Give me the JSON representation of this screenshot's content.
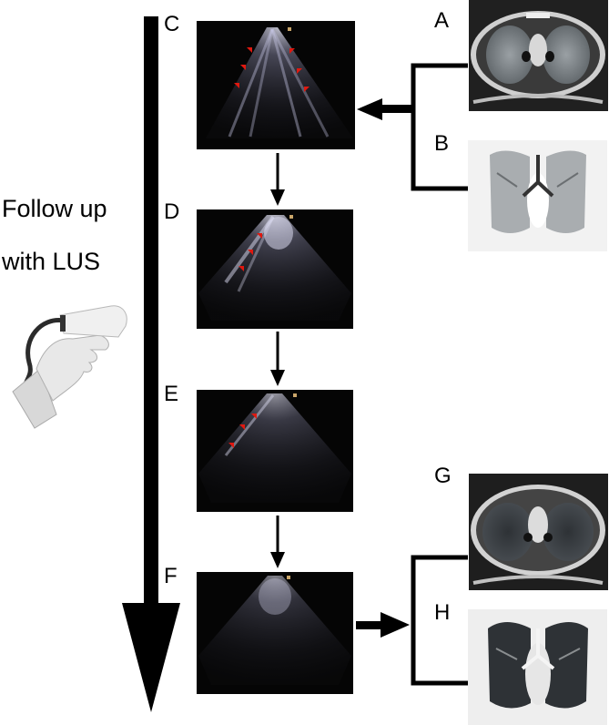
{
  "side_label": {
    "line1": "Follow up",
    "line2": "with LUS"
  },
  "panels": {
    "a": "A",
    "b": "B",
    "c": "C",
    "d": "D",
    "e": "E",
    "f": "F",
    "g": "G",
    "h": "H"
  },
  "icons": {
    "probe": "ultrasound-probe-hand-icon",
    "arrow": "red-arrow-icon"
  },
  "colors": {
    "background": "#ffffff",
    "line": "#000000",
    "annotation_arrow": "#e0180f",
    "ultrasound_bg": "#050505",
    "ct_bg": "#f2f2f2"
  }
}
